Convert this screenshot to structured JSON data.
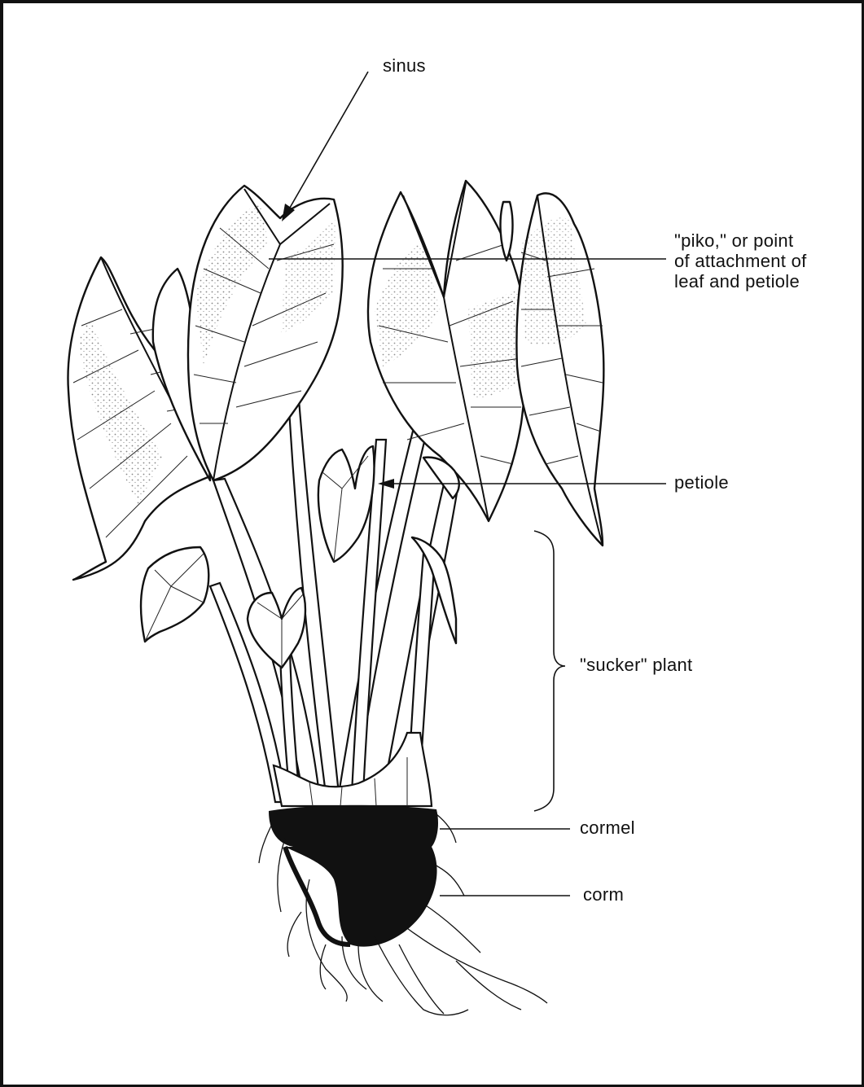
{
  "labels": {
    "sinus": "sinus",
    "piko_line1": "\"piko,\" or point",
    "piko_line2": "of attachment of",
    "piko_line3": "leaf and petiole",
    "petiole": "petiole",
    "sucker": "\"sucker\" plant",
    "cormel": "cormel",
    "corm": "corm"
  },
  "colors": {
    "ink": "#111111",
    "paper": "#ffffff"
  }
}
